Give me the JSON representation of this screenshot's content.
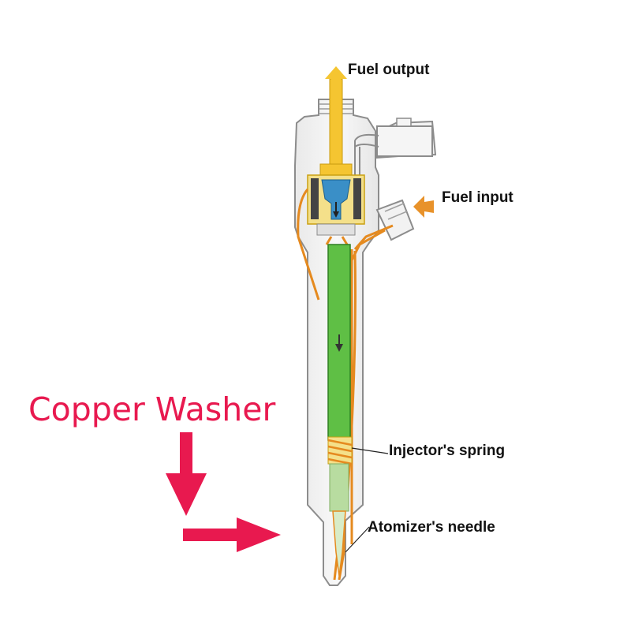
{
  "labels": {
    "fuel_output": "Fuel output",
    "fuel_input": "Fuel input",
    "injector_spring": "Injector's spring",
    "atomizer_needle": "Atomizer's needle",
    "copper_washer": "Copper Washer"
  },
  "colors": {
    "body_fill": "#f2f2f2",
    "body_outline": "#8c8c8c",
    "fuel_output_yellow": "#f5c531",
    "fuel_line_orange": "#e58a1f",
    "fuel_input_arrow": "#e8922a",
    "needle_green": "#5fbf45",
    "needle_light_green": "#b8dca0",
    "solenoid_blue": "#3a8fc7",
    "callout_red": "#e8194f"
  }
}
